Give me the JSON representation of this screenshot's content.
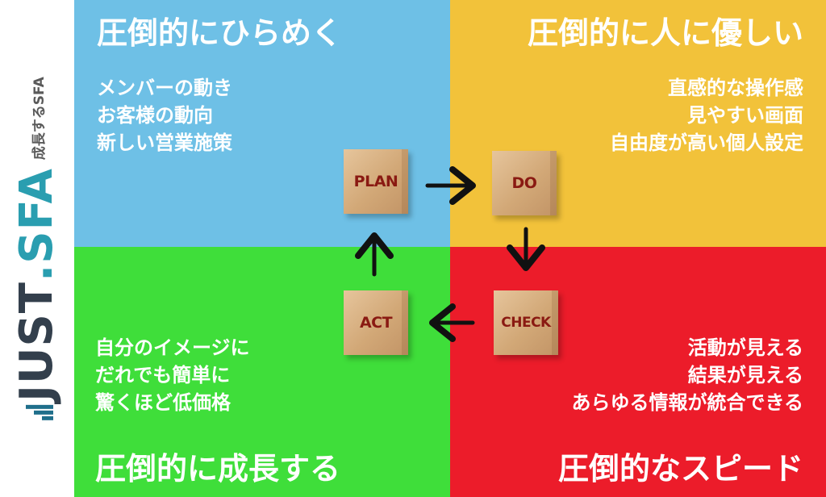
{
  "brand": {
    "tagline": "成長するSFA",
    "logo_main": "JUST",
    "logo_dot": ".",
    "logo_accent": "SFA"
  },
  "quadrants": {
    "top_left": {
      "title": "圧倒的にひらめく",
      "items": [
        "メンバーの動き",
        "お客様の動向",
        "新しい営業施策"
      ],
      "color": "#6ec0e6"
    },
    "top_right": {
      "title": "圧倒的に人に優しい",
      "items": [
        "直感的な操作感",
        "見やすい画面",
        "自由度が高い個人設定"
      ],
      "color": "#f2c23a"
    },
    "bottom_left": {
      "title": "圧倒的に成長する",
      "items": [
        "自分のイメージに",
        "だれでも簡単に",
        "驚くほど低価格"
      ],
      "color": "#3fde3a"
    },
    "bottom_right": {
      "title": "圧倒的なスピード",
      "items": [
        "活動が見える",
        "結果が見える",
        "あらゆる情報が統合できる"
      ],
      "color": "#ec1c2a"
    }
  },
  "cycle": {
    "plan": "PLAN",
    "do": "DO",
    "check": "CHECK",
    "act": "ACT",
    "label_color": "#8a1a12"
  }
}
